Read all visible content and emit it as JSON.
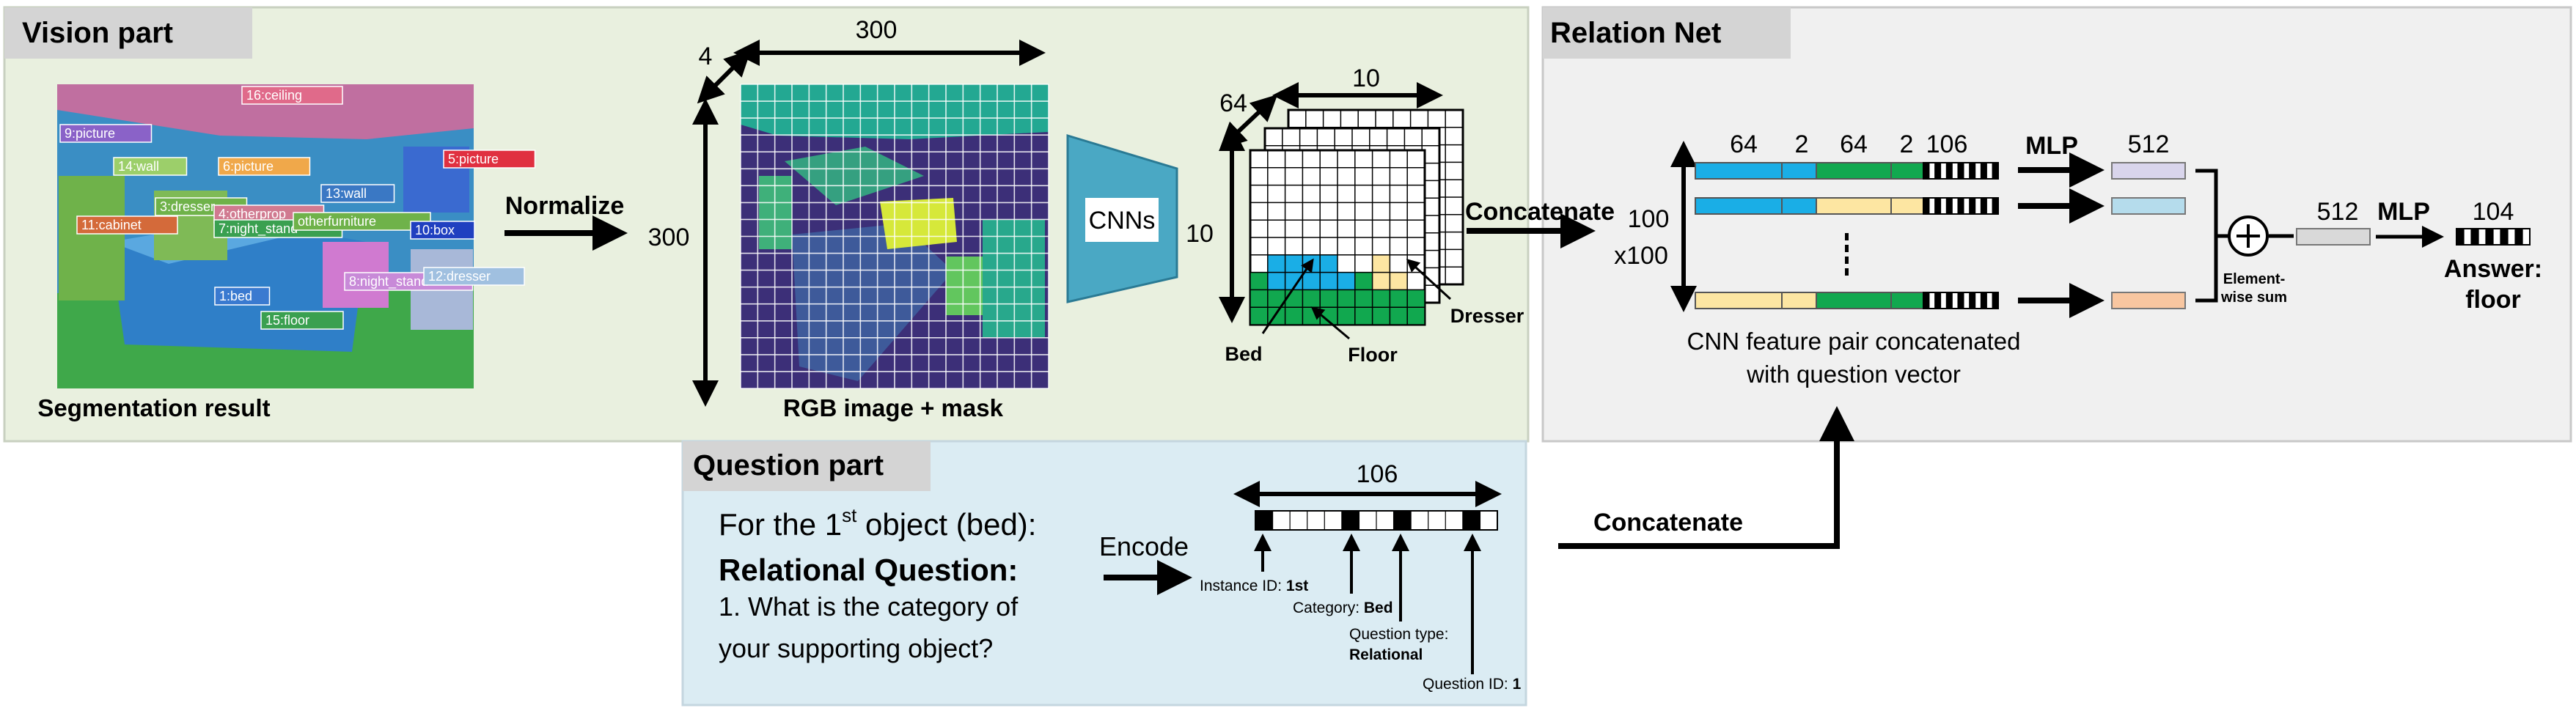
{
  "vision": {
    "title": "Vision part",
    "seg_caption": "Segmentation result",
    "seg_labels": [
      "16:ceiling",
      "9:picture",
      "14:wall",
      "6:picture",
      "5:picture",
      "3:dresser",
      "4:otherprop",
      "13:wall",
      "11:cabinet",
      "7:night_stand",
      "otherfurniture",
      "10:box",
      "8:night_stand",
      "12:dresser",
      "1:bed",
      "15:floor"
    ],
    "normalize_label": "Normalize",
    "dim_300_top": "300",
    "dim_4": "4",
    "dim_300_left": "300",
    "rgb_caption": "RGB image + mask",
    "cnns_label": "CNNs",
    "dim_10_left": "10",
    "dim_64": "64",
    "dim_10_top": "10",
    "bed_label": "Bed",
    "floor_label": "Floor",
    "dresser_label": "Dresser"
  },
  "relation": {
    "title": "Relation Net",
    "concatenate_label": "Concatenate",
    "dim_100": "100",
    "dim_x100": "x100",
    "seg_dims": [
      "64",
      "2",
      "64",
      "2",
      "106"
    ],
    "mlp1": "MLP",
    "out_512a": "512",
    "caption_line1": "CNN feature pair concatenated",
    "caption_line2": "with question vector",
    "sum_line1": "Element-",
    "sum_line2": "wise sum",
    "out_512b": "512",
    "mlp2": "MLP",
    "out_104": "104",
    "answer_line1": "Answer:",
    "answer_line2": "floor"
  },
  "question": {
    "title": "Question part",
    "line1_pre": "For the 1",
    "line1_sup": "st",
    "line1_post": " object (bed):",
    "line2": "Relational Question:",
    "line3": "1. What is the category of",
    "line4": "your supporting object?",
    "encode_label": "Encode",
    "vec_dim": "106",
    "instance_id_label": "Instance ID: ",
    "instance_id_value": "1st",
    "category_label": "Category: ",
    "category_value": "Bed",
    "qtype_label": "Question type:",
    "qtype_value": "Relational",
    "qid_label": "Question ID: ",
    "qid_value": "1",
    "concatenate_label": "Concatenate"
  },
  "colors": {
    "vision_bg": "#e9f0df",
    "relation_bg": "#f0f0f0",
    "question_bg": "#dbecf3",
    "title_tab": "#d4d4d4",
    "cnn_trap": "#4aa8c4",
    "blue": "#1aaee6",
    "green": "#11a84f",
    "yellow": "#fde6a2",
    "lavender": "#d9d5ec",
    "lightblue": "#b5dcec",
    "peach": "#f8c6a0",
    "gray_vec": "#d9d9d9"
  }
}
